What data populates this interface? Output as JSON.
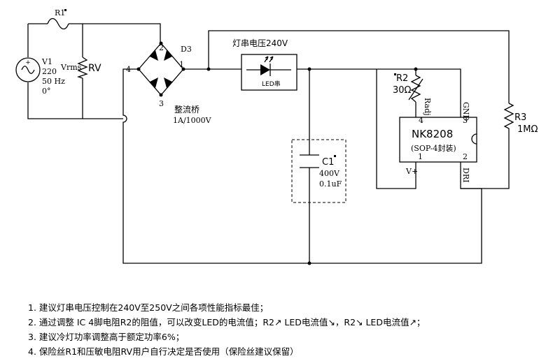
{
  "labels": {
    "r1": "R1",
    "v1": "V1",
    "v1_voltage": "220",
    "v1_freq": "50 Hz",
    "v1_phase": "0°",
    "vrms": "Vrms",
    "rv": "RV",
    "d3": "D3",
    "bridge_n1": "1",
    "bridge_n2": "2",
    "bridge_n3": "3",
    "bridge_n4": "4",
    "bridge_name": "整流桥",
    "bridge_rating": "1A/1000V",
    "led_string_title": "灯串电压240V",
    "led_string": "LED串",
    "c1": "C1",
    "c1_voltage": "400V",
    "c1_value": "0.1uF",
    "r2": "R2",
    "r2_value": "30Ω",
    "radj": "Radj",
    "gnd": "GND",
    "ic_name": "NK8208",
    "ic_package": "(SOP-4封装)",
    "vplus": "V+",
    "dri": "DRI",
    "pin4": "4",
    "pin3": "3",
    "pin1": "1",
    "pin2": "2",
    "r3": "R3",
    "r3_value": "1MΩ"
  },
  "notes": [
    "1. 建议灯串电压控制在240V至250V之间各项性能指标最佳；",
    "2. 通过调整 IC 4脚电阻R2的阻值，可以改变LED的电流值；R2↗ LED电流值↘，R2↘ LED电流值↗；",
    "3. 建议冷灯功率调整高于额定功率6%；",
    "4. 保险丝R1和压敏电阻RV用户自行决定是否使用（保险丝建议保留）"
  ]
}
